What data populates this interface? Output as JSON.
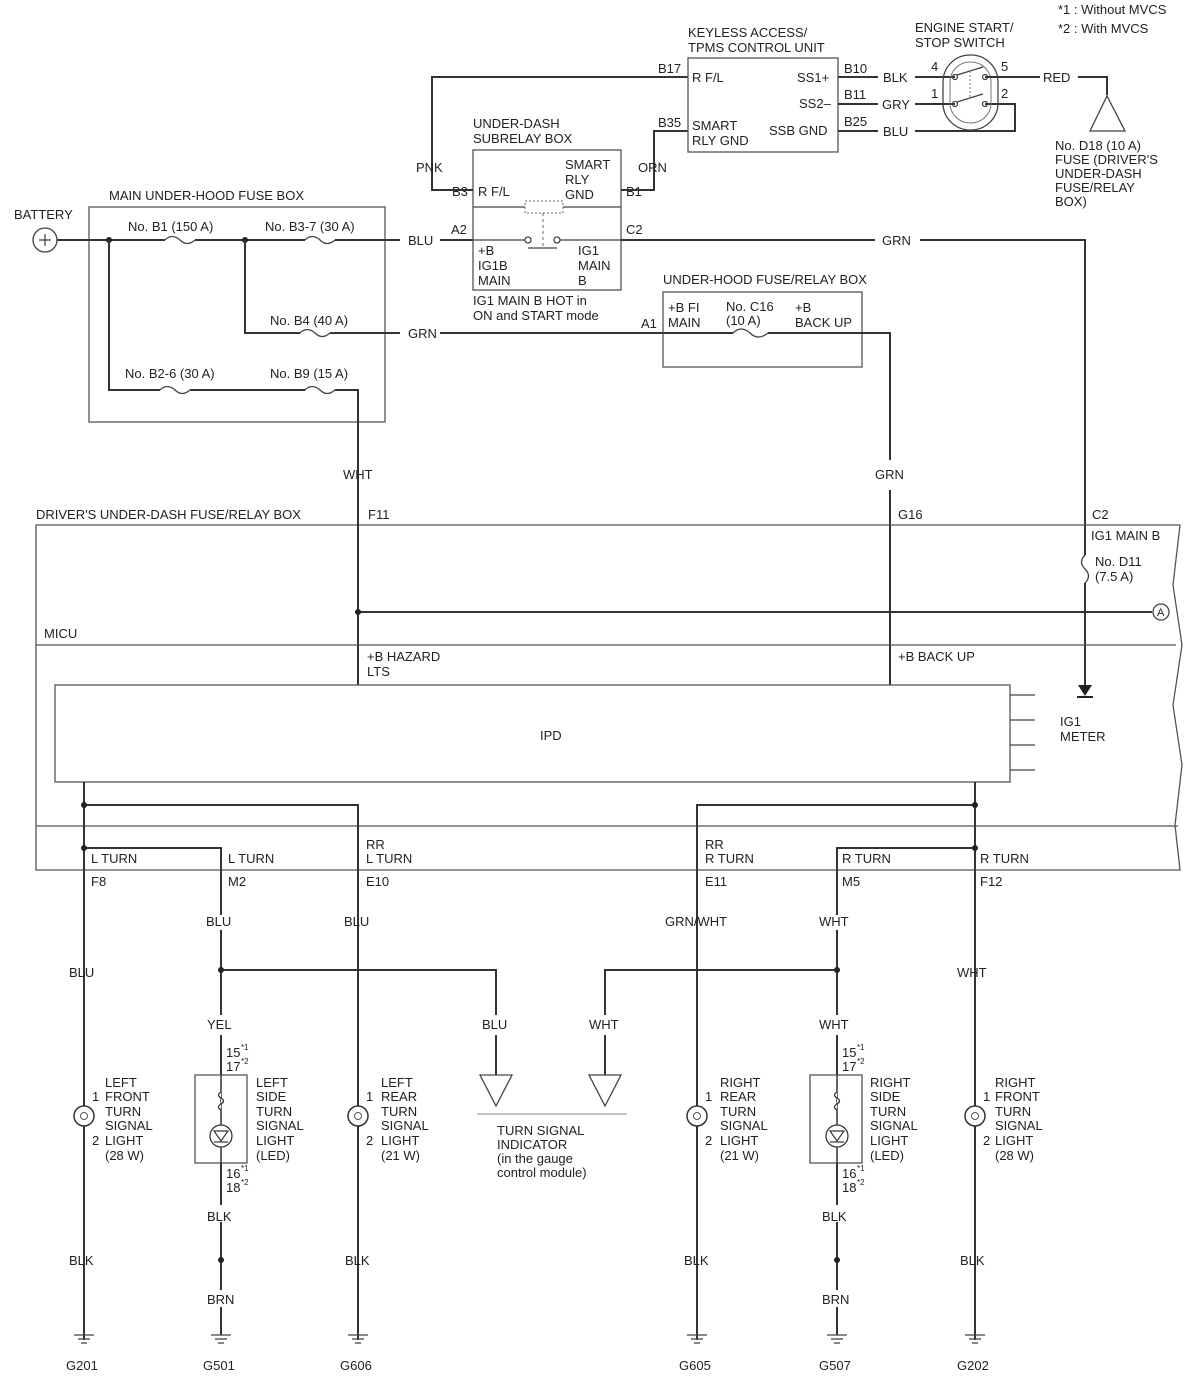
{
  "notes": {
    "n1": "*1 : Without MVCS",
    "n2": "*2 : With MVCS"
  },
  "battery": "BATTERY",
  "main_fuse_box": {
    "title": "MAIN UNDER-HOOD FUSE BOX",
    "b1": "No. B1 (150 A)",
    "b37": "No. B3-7 (30 A)",
    "b4": "No. B4 (40 A)",
    "b26": "No. B2-6 (30 A)",
    "b9": "No. B9 (15 A)"
  },
  "subrelay": {
    "title1": "UNDER-DASH",
    "title2": "SUBRELAY BOX",
    "b3": "B3",
    "rfl": "R F/L",
    "smart1": "SMART",
    "smart2": "RLY",
    "smart3": "GND",
    "b1": "B1",
    "a2": "A2",
    "c2": "C2",
    "pb1": "+B",
    "pb2": "IG1B",
    "pb3": "MAIN",
    "ig1": "IG1",
    "ig2": "MAIN",
    "ig3": "B",
    "note1": "IG1 MAIN B HOT in",
    "note2": "ON and START mode"
  },
  "keyless": {
    "title1": "KEYLESS ACCESS/",
    "title2": "TPMS CONTROL UNIT",
    "b17": "B17",
    "rfl": "R F/L",
    "ss1": "SS1+",
    "b10": "B10",
    "ss2": "SS2–",
    "b11": "B11",
    "b35": "B35",
    "smart1": "SMART",
    "smart2": "RLY GND",
    "ssb": "SSB GND",
    "b25": "B25"
  },
  "start_switch": {
    "title1": "ENGINE START/",
    "title2": "STOP SWITCH",
    "p4": "4",
    "p5": "5",
    "p1": "1",
    "p2": "2"
  },
  "d18": {
    "l1": "No. D18 (10 A)",
    "l2": "FUSE (DRIVER'S",
    "l3": "UNDER-DASH",
    "l4": "FUSE/RELAY",
    "l5": "BOX)"
  },
  "underhood_relay": {
    "title": "UNDER-HOOD FUSE/RELAY BOX",
    "a1": "A1",
    "bfi1": "+B FI",
    "bfi2": "MAIN",
    "c16a": "No. C16",
    "c16b": "(10 A)",
    "bb1": "+B",
    "bb2": "BACK UP"
  },
  "wires": {
    "pnk": "PNK",
    "orn": "ORN",
    "blk": "BLK",
    "gry": "GRY",
    "blu": "BLU",
    "red": "RED",
    "blu_top": "BLU",
    "grn_top": "GRN",
    "grn_mid": "GRN",
    "wht_f11": "WHT",
    "grn_g16": "GRN"
  },
  "driver_box": {
    "title": "DRIVER'S UNDER-DASH FUSE/RELAY BOX",
    "f11": "F11",
    "g16": "G16",
    "c2": "C2",
    "ig1mainb": "IG1 MAIN B",
    "d11a": "No. D11",
    "d11b": "(7.5 A)",
    "conn_a": "A",
    "micu": "MICU",
    "hazard1": "+B HAZARD",
    "hazard2": "LTS",
    "backup": "+B BACK UP",
    "ipd": "IPD",
    "ig1meter1": "IG1",
    "ig1meter2": "METER"
  },
  "outputs": {
    "lt1": "L TURN",
    "lt2": "L TURN",
    "rr_l1": "RR",
    "rr_l2": "L TURN",
    "rr_r1": "RR",
    "rr_r2": "R TURN",
    "rt1": "R TURN",
    "rt2": "R TURN",
    "f8": "F8",
    "m2": "M2",
    "e10": "E10",
    "e11": "E11",
    "m5": "M5",
    "f12": "F12"
  },
  "lower_wires": {
    "blu_m2": "BLU",
    "blu_e10": "BLU",
    "grnwht": "GRN/WHT",
    "wht_m5": "WHT",
    "blu_f8": "BLU",
    "wht_f12": "WHT",
    "yel": "YEL",
    "blu_ind": "BLU",
    "wht_ind": "WHT",
    "wht_rs": "WHT",
    "blk_ls": "BLK",
    "blk_rs": "BLK",
    "blk_f": "BLK",
    "brn_ls": "BRN",
    "blk_lr": "BLK",
    "blk_rr": "BLK",
    "brn_rs": "BRN",
    "blk_rf": "BLK"
  },
  "lights": {
    "lf1": "LEFT",
    "lf2": "FRONT",
    "lf3": "TURN",
    "lf4": "SIGNAL",
    "lf5": "LIGHT",
    "lf6": "(28 W)",
    "ls1": "LEFT",
    "ls2": "SIDE",
    "ls3": "TURN",
    "ls4": "SIGNAL",
    "ls5": "LIGHT",
    "ls6": "(LED)",
    "lr1": "LEFT",
    "lr2": "REAR",
    "lr3": "TURN",
    "lr4": "SIGNAL",
    "lr5": "LIGHT",
    "lr6": "(21 W)",
    "rr1": "RIGHT",
    "rr2": "REAR",
    "rr3": "TURN",
    "rr4": "SIGNAL",
    "rr5": "LIGHT",
    "rr6": "(21 W)",
    "rs1": "RIGHT",
    "rs2": "SIDE",
    "rs3": "TURN",
    "rs4": "SIGNAL",
    "rs5": "LIGHT",
    "rs6": "(LED)",
    "rf1": "RIGHT",
    "rf2": "FRONT",
    "rf3": "TURN",
    "rf4": "SIGNAL",
    "rf5": "LIGHT",
    "rf6": "(28 W)",
    "pin1": "1",
    "pin2": "2",
    "p15": "15",
    "p17": "17",
    "p16": "16",
    "p18": "18",
    "s1": "*1",
    "s2": "*2"
  },
  "indicator": {
    "l1": "TURN SIGNAL",
    "l2": "INDICATOR",
    "l3": "(in the gauge",
    "l4": "control module)"
  },
  "grounds": {
    "g201": "G201",
    "g501": "G501",
    "g606": "G606",
    "g605": "G605",
    "g507": "G507",
    "g202": "G202"
  }
}
